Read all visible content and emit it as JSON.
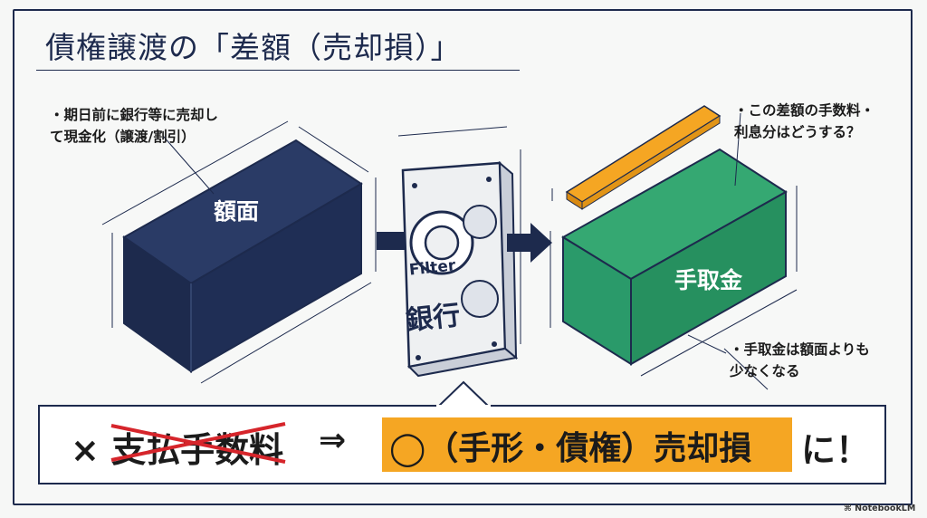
{
  "title": "債権譲渡の「差額（売却損）」",
  "notes": {
    "left_line1": "・期日前に銀行等に売却し",
    "left_line2": "て現金化（譲渡/割引）",
    "right_top_line1": "・この差額の手数料・",
    "right_top_line2": "利息分はどうする？",
    "right_bot_line1": "・手取金は額面よりも",
    "right_bot_line2": "少なくなる"
  },
  "boxes": {
    "face_value": "額面",
    "net_proceeds": "手取金"
  },
  "filter": {
    "label": "Filter",
    "bank": "銀行"
  },
  "bottom": {
    "cross_mark": "×",
    "struck_text": "支払手数料",
    "arrow": "⇒",
    "highlight_text": "◯（手形・債権）売却損",
    "suffix": "に！"
  },
  "badge": "NotebookLM",
  "colors": {
    "navy": "#1d2a4d",
    "green": "#2a9a6a",
    "orange": "#f5a623",
    "strike": "#d6252b"
  }
}
